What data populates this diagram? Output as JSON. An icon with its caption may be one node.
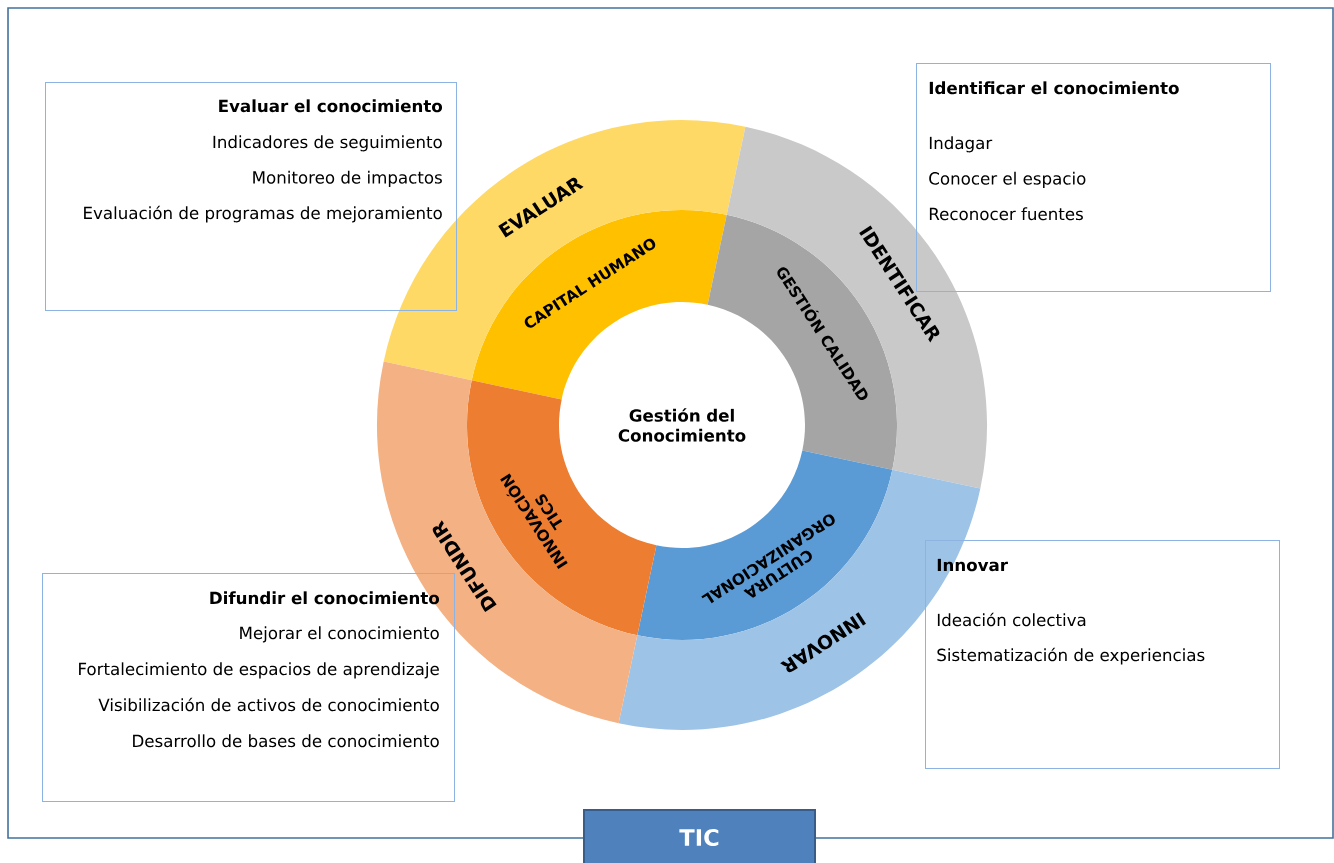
{
  "diagram": {
    "nodes": [
      {
        "text": [
          "Gestión del Conocimiento"
        ]
      },
      {
        "text": [
          "CAPITAL HUMANO"
        ]
      },
      {
        "text": [
          "GESTIÓN CALIDAD"
        ]
      },
      {
        "text": [
          "CULTURA ORGANIZACIONAL"
        ]
      },
      {
        "text": [
          "INNOVACIÓN TICS"
        ]
      },
      {
        "text": [
          "EVALUAR"
        ]
      },
      {
        "text": [
          "IDENTIFICAR"
        ]
      },
      {
        "text": [
          "INNOVAR"
        ]
      },
      {
        "text": [
          "DIFUNDIR"
        ]
      },
      {
        "text": [
          "Evaluar el conocimiento",
          "Indicadores de seguimiento",
          "Monitoreo de impactos",
          "Evaluación de programas de mejoramiento"
        ]
      },
      {
        "text": [
          "Identificar el conocimiento",
          "Indagar",
          "Conocer el espacio",
          "Reconocer fuentes"
        ]
      },
      {
        "text": [
          "Difundir el conocimiento",
          "Mejorar el conocimiento",
          "Fortalecimiento de espacios de aprendizaje",
          "Visibilización de activos de conocimiento",
          "Desarrollo de bases de conocimiento"
        ]
      },
      {
        "text": [
          "Innovar",
          "Ideación colectiva",
          "Sistematización de experiencias"
        ]
      },
      {
        "text": [
          "TIC"
        ]
      }
    ]
  }
}
